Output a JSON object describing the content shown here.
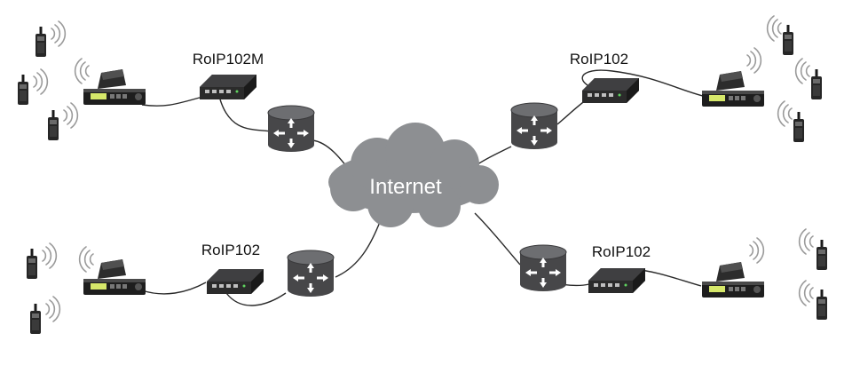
{
  "cloud": {
    "label": "Internet"
  },
  "sites": [
    {
      "id": "top-left",
      "gateway_label": "RoIP102M"
    },
    {
      "id": "top-right",
      "gateway_label": "RoIP102"
    },
    {
      "id": "bottom-left",
      "gateway_label": "RoIP102"
    },
    {
      "id": "bottom-right",
      "gateway_label": "RoIP102"
    }
  ],
  "icons": {
    "cloud": "cloud-icon",
    "router": "router-icon",
    "gateway": "roip-gateway-icon",
    "mobile_radio": "mobile-radio-icon",
    "walkie_talkie": "walkie-talkie-icon",
    "signal": "signal-waves-icon"
  },
  "colors": {
    "cloud": "#8d8f92",
    "router_body": "#4a4a4c",
    "gateway_body": "#222222",
    "radio_display": "#d6e86a",
    "cable": "#2a2a2a"
  }
}
